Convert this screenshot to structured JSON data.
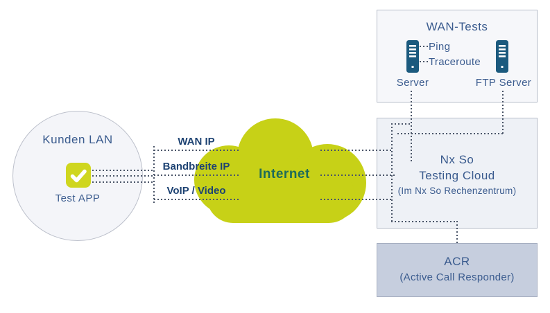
{
  "colors": {
    "cloud": "#c7d117",
    "internet_text": "#1e6b5a",
    "navy_bold": "#1d4272",
    "blue_text": "#3a5b8e",
    "dots": "#4a5568",
    "circle_fill": "#f4f5f9",
    "circle_border": "#bcc0cb",
    "box_fill": "#f6f7fa",
    "box2_fill": "#eef1f6",
    "box_border": "#b6bcc8",
    "acr_fill": "#c6cede",
    "acr_border": "#a6aec0",
    "server_icon": "#1b5a7e",
    "check_fill": "#cfd61f"
  },
  "lan": {
    "title": "Kunden LAN",
    "app_label": "Test APP",
    "icon": "checkmark-icon"
  },
  "connections": {
    "items": [
      {
        "label": "WAN IP"
      },
      {
        "label": "Bandbreite IP"
      },
      {
        "label": "VoIP / Video"
      }
    ]
  },
  "cloud": {
    "label": "Internet"
  },
  "wan_tests": {
    "title": "WAN-Tests",
    "tests": [
      {
        "label": "Ping"
      },
      {
        "label": "Traceroute"
      }
    ],
    "servers": [
      {
        "label": "Server",
        "icon": "server-icon"
      },
      {
        "label": "FTP Server",
        "icon": "server-icon"
      }
    ]
  },
  "testing_cloud": {
    "line1": "Nx So",
    "line2": "Testing Cloud",
    "line3": "(Im Nx So Rechenzentrum)"
  },
  "acr": {
    "title": "ACR",
    "subtitle": "(Active Call Responder)"
  }
}
